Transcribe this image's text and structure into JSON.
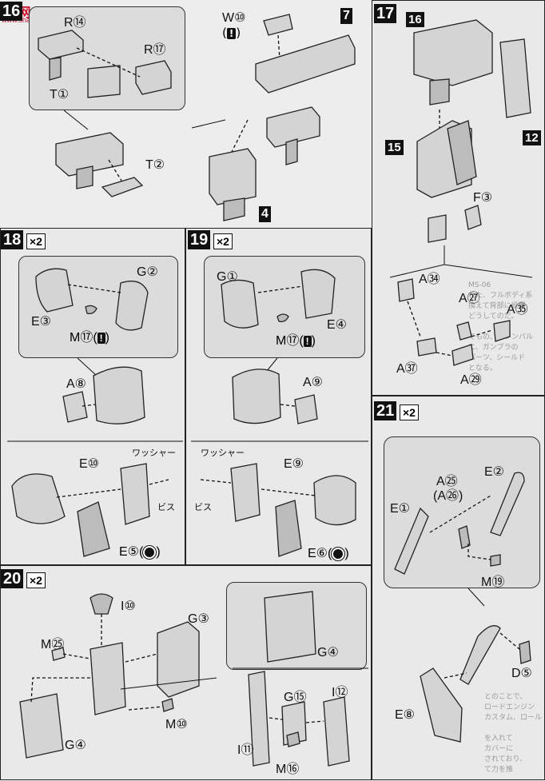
{
  "watermark": {
    "logo": "嘉 网",
    "url": "www.shamo.com"
  },
  "steps": {
    "s16": {
      "num": "16",
      "labels": {
        "r14": "R⑭",
        "r17": "R⑰",
        "t1": "T①",
        "t2": "T②"
      }
    },
    "s_top": {
      "labels": {
        "w10": "W⑩",
        "n7": "7",
        "n4": "4"
      },
      "warn": "!"
    },
    "s17": {
      "num": "17",
      "labels": {
        "n16": "16",
        "n12": "12",
        "n15": "15",
        "f3": "F③",
        "a34": "A㉞",
        "a27": "A㉗",
        "a35": "A㉟",
        "a37": "A㊲",
        "a29": "A㉙"
      }
    },
    "s18": {
      "num": "18",
      "mult": "×2",
      "labels": {
        "g2": "G②",
        "e3": "E③",
        "m17": "M⑰",
        "a8": "A⑧",
        "e10": "E⑩",
        "e5": "E⑤"
      },
      "washer": "ワッシャー",
      "screw": "ビス",
      "warn": "!"
    },
    "s19": {
      "num": "19",
      "mult": "×2",
      "labels": {
        "g1": "G①",
        "e4": "E④",
        "m17": "M⑰",
        "a9": "A⑨",
        "e9": "E⑨",
        "e6": "E⑥"
      },
      "washer": "ワッシャー",
      "screw": "ビス",
      "warn": "!"
    },
    "s20": {
      "num": "20",
      "mult": "×2",
      "labels": {
        "i10": "I⑩",
        "m25": "M㉕",
        "g3": "G③",
        "g4a": "G④",
        "g4b": "G④",
        "m10": "M⑩",
        "g15": "G⑮",
        "i12": "I⑫",
        "i11": "I⑪",
        "m16": "M⑯"
      }
    },
    "s21": {
      "num": "21",
      "mult": "×2",
      "labels": {
        "a25": "A㉕",
        "a26": "(A㉖)",
        "e2": "E②",
        "e1": "E①",
        "m19": "M⑲",
        "d5": "D⑤",
        "e8": "E⑧"
      }
    }
  },
  "bg_texts": {
    "right_mid": "MS-06\nれた、フルボディ系\n換えて背部に設置\nどうしてのだ。\n\nでもの、ミレンバル\nに、ガンプラの\nパーツ、シールド\nとなる。",
    "right_low": "とのことで、\nロードエンジン\nカスタム、ロール\n\nを入れて\nカバーに\nされており、\nて力を推"
  },
  "colors": {
    "ink": "#111111",
    "paper": "#ededed",
    "box": "#dcdcdc",
    "watermark": "#c8102e"
  }
}
